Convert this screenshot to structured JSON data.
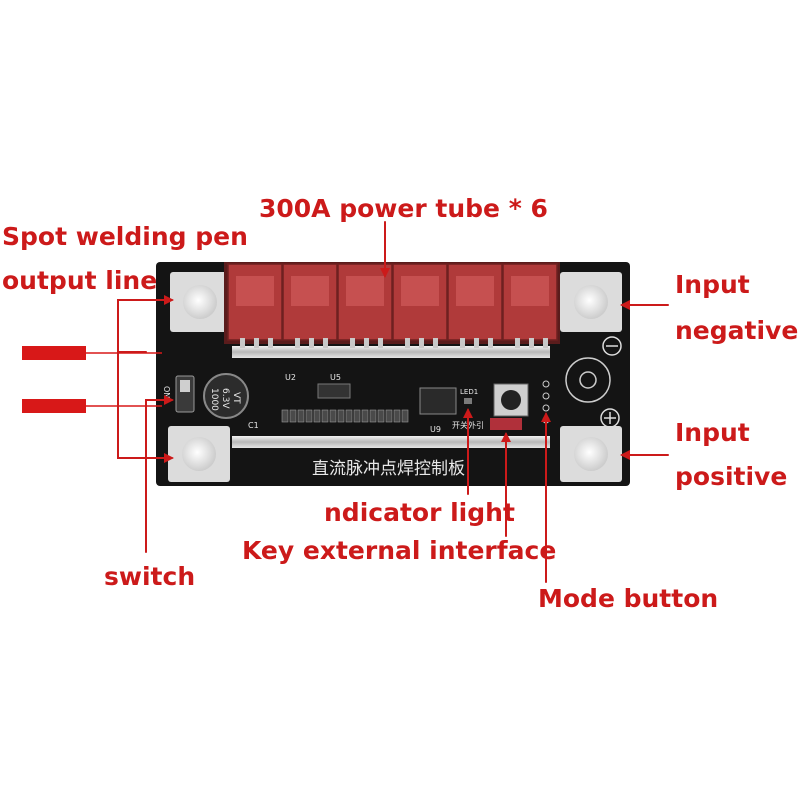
{
  "labels": {
    "power_tube": "300A power tube * 6",
    "pen_line_1": "Spot welding pen",
    "pen_line_2": "output line",
    "input_negative_1": "Input",
    "input_negative_2": "negative",
    "input_positive_1": "Input",
    "input_positive_2": "positive",
    "indicator_light": "ndicator light",
    "key_interface": "Key external interface",
    "switch": "switch",
    "mode_button": "Mode button"
  },
  "board": {
    "title": "直流脉冲点焊控制板",
    "capacitor_1": "1000",
    "capacitor_2": "6.3V",
    "capacitor_3": "VT",
    "switch_on": "ON",
    "led_label": "LED1",
    "key_label": "开关外引",
    "u9": "U9",
    "u5": "U5",
    "u2": "U2",
    "c1": "C1",
    "tube_count": 6
  },
  "colors": {
    "annotation": "#cc1a1a",
    "board": "#141414",
    "tube": "#b03a3a",
    "pad": "#e0e0e0"
  }
}
